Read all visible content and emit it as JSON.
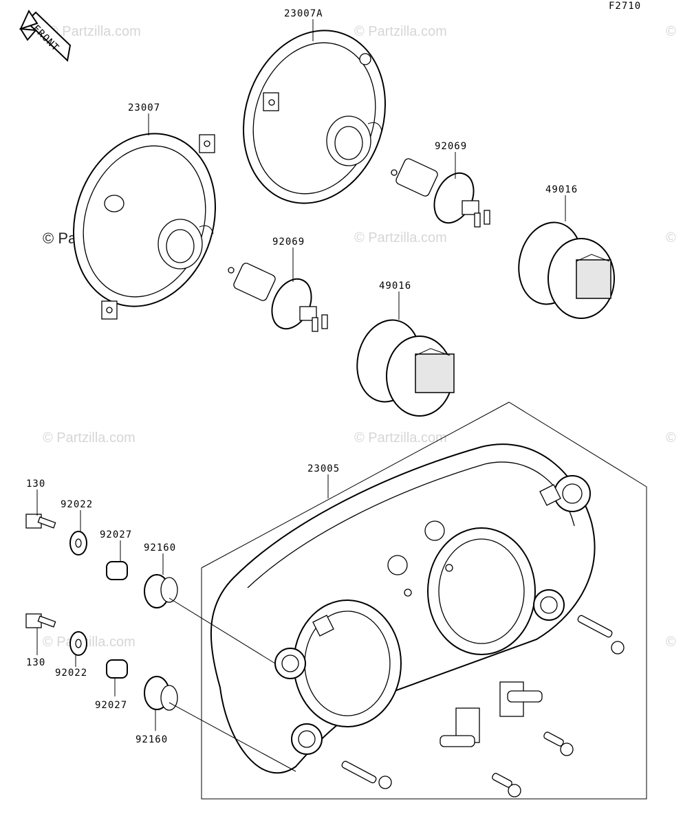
{
  "figure_code": "F2710",
  "front_label": "FRONT",
  "watermarks": [
    "© Partzilla.com",
    "©"
  ],
  "callouts": [
    {
      "id": "c1",
      "part_no": "23007A"
    },
    {
      "id": "c2",
      "part_no": "23007"
    },
    {
      "id": "c3",
      "part_no": "92069"
    },
    {
      "id": "c4",
      "part_no": "92069"
    },
    {
      "id": "c5",
      "part_no": "49016"
    },
    {
      "id": "c6",
      "part_no": "49016"
    },
    {
      "id": "c7",
      "part_no": "23005"
    },
    {
      "id": "c8",
      "part_no": "130"
    },
    {
      "id": "c9",
      "part_no": "92022"
    },
    {
      "id": "c10",
      "part_no": "92027"
    },
    {
      "id": "c11",
      "part_no": "92160"
    },
    {
      "id": "c12",
      "part_no": "130"
    },
    {
      "id": "c13",
      "part_no": "92022"
    },
    {
      "id": "c14",
      "part_no": "92027"
    },
    {
      "id": "c15",
      "part_no": "92160"
    }
  ]
}
